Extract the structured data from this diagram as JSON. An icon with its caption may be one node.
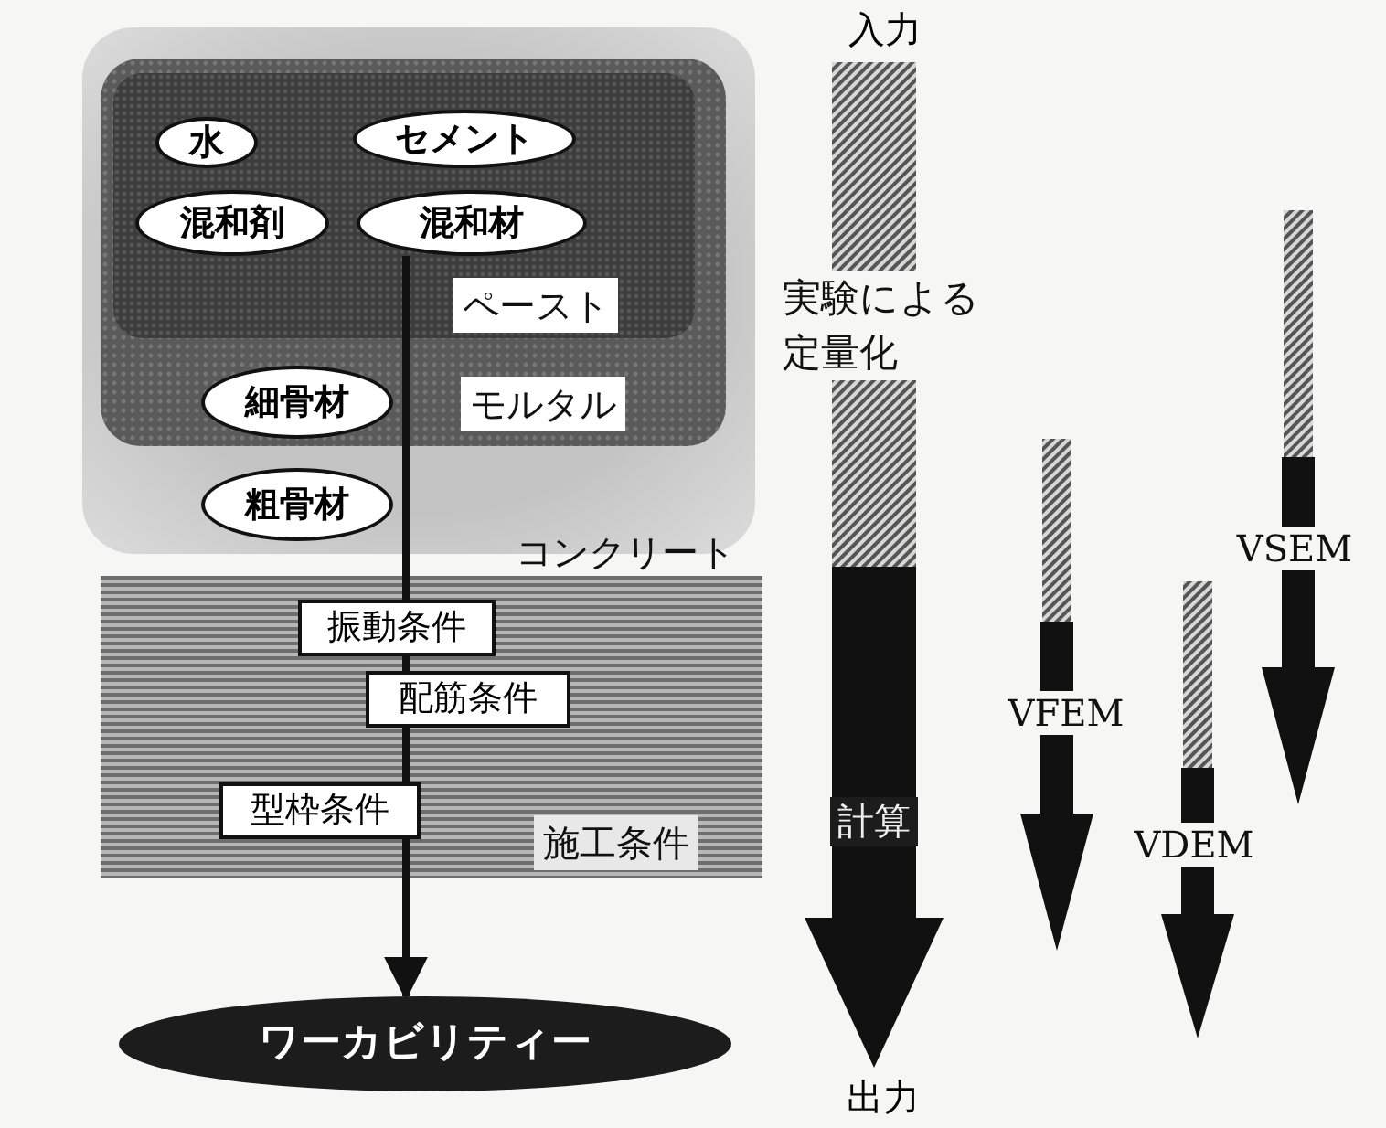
{
  "diagram": {
    "nodes": [
      {
        "text": [
          "コンクリート"
        ]
      },
      {
        "text": [
          "モルタル"
        ],
        "in": 0
      },
      {
        "text": [
          "ペースト"
        ],
        "in": 1
      },
      {
        "text": [
          "水"
        ],
        "in": 2
      },
      {
        "text": [
          "セメント"
        ],
        "in": 2
      },
      {
        "text": [
          "混和剤"
        ],
        "in": 2
      },
      {
        "text": [
          "混和材"
        ],
        "in": 2
      },
      {
        "text": [
          "細骨材"
        ],
        "in": 1
      },
      {
        "text": [
          "粗骨材"
        ],
        "in": 0
      },
      {
        "text": [
          "施工条件"
        ]
      },
      {
        "text": [
          "振動条件"
        ],
        "in": 9
      },
      {
        "text": [
          "配筋条件"
        ],
        "in": 9
      },
      {
        "text": [
          "型枠条件"
        ],
        "in": 9
      },
      {
        "text": [
          "ワーカビリティー"
        ]
      },
      {
        "text": [
          "入力"
        ]
      },
      {
        "text": [
          "出力"
        ]
      }
    ],
    "edges": [
      {
        "from": 6,
        "to": 10,
        "arrow": "none"
      },
      {
        "from": 10,
        "to": 11,
        "arrow": "none"
      },
      {
        "from": 11,
        "to": 12,
        "arrow": "none"
      },
      {
        "from": 12,
        "to": 13,
        "arrow": "to"
      },
      {
        "from": 14,
        "to": 15,
        "arrow": "to",
        "style": "thick"
      }
    ],
    "labels": [
      "実験による定量化",
      "VSEM",
      "VFEM",
      "計算",
      "VDEM"
    ]
  }
}
